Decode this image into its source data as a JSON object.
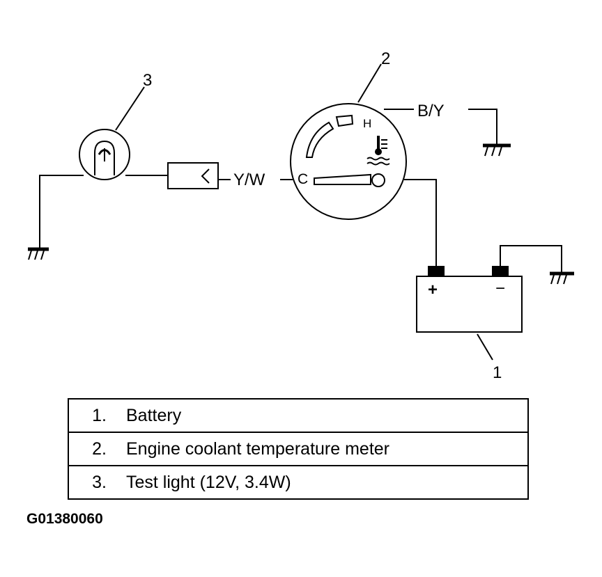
{
  "callouts": {
    "battery": "1",
    "meter": "2",
    "test_light": "3"
  },
  "wires": {
    "meter_to_ground": "B/Y",
    "light_to_meter": "Y/W"
  },
  "meter_scale": {
    "hot": "H",
    "cold": "C"
  },
  "battery_terminals": {
    "positive": "+",
    "negative": "−"
  },
  "legend": [
    {
      "num": "1.",
      "text": "Battery"
    },
    {
      "num": "2.",
      "text": "Engine coolant temperature meter"
    },
    {
      "num": "3.",
      "text": "Test light (12V, 3.4W)"
    }
  ],
  "figure_id": "G01380060"
}
